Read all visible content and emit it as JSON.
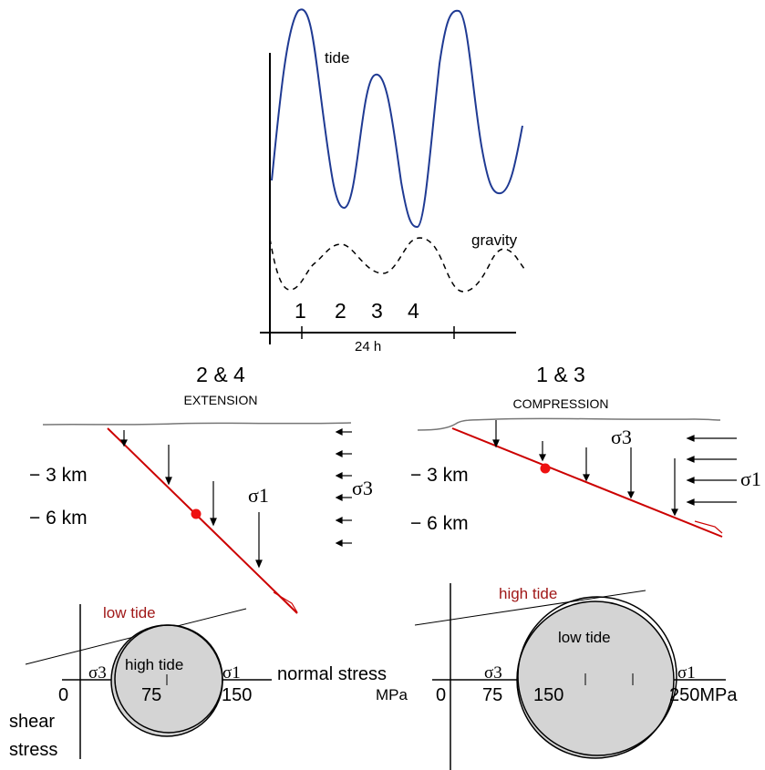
{
  "tide_panel": {
    "tide_label": "tide",
    "gravity_label": "gravity",
    "phase_markers": [
      "1",
      "2",
      "3",
      "4"
    ],
    "time_label": "24 h"
  },
  "extension": {
    "title": "2 & 4",
    "subtitle": "EXTENSION",
    "depth_labels": [
      "− 3 km",
      "− 6 km"
    ],
    "sigma1_label": "σ1",
    "sigma3_label": "σ3"
  },
  "compression": {
    "title": "1 & 3",
    "subtitle": "COMPRESSION",
    "depth_labels": [
      "− 3 km",
      "− 6 km"
    ],
    "sigma1_label": "σ1",
    "sigma3_label": "σ3"
  },
  "mohr_left": {
    "circle_outer_label": "low tide",
    "circle_inner_label": "high tide",
    "sigma3_label": "σ3",
    "sigma1_label": "σ1",
    "tick_labels": [
      "0",
      "75",
      "150"
    ],
    "x_axis_label": "normal stress",
    "unit_label": "MPa",
    "y_axis_label_line1": "shear",
    "y_axis_label_line2": "stress"
  },
  "mohr_right": {
    "circle_outer_label": "high tide",
    "circle_inner_label": "low tide",
    "sigma3_label": "σ3",
    "sigma1_label": "σ1",
    "tick_labels": [
      "0",
      "75",
      "150",
      "250MPa"
    ]
  },
  "colors": {
    "tide_curve": "#1f3a93",
    "fault": "#cc0000",
    "hypocenter": "#ee1111",
    "label_red": "#a01818",
    "circle_fill": "#d4d4d4",
    "line": "#000000"
  }
}
